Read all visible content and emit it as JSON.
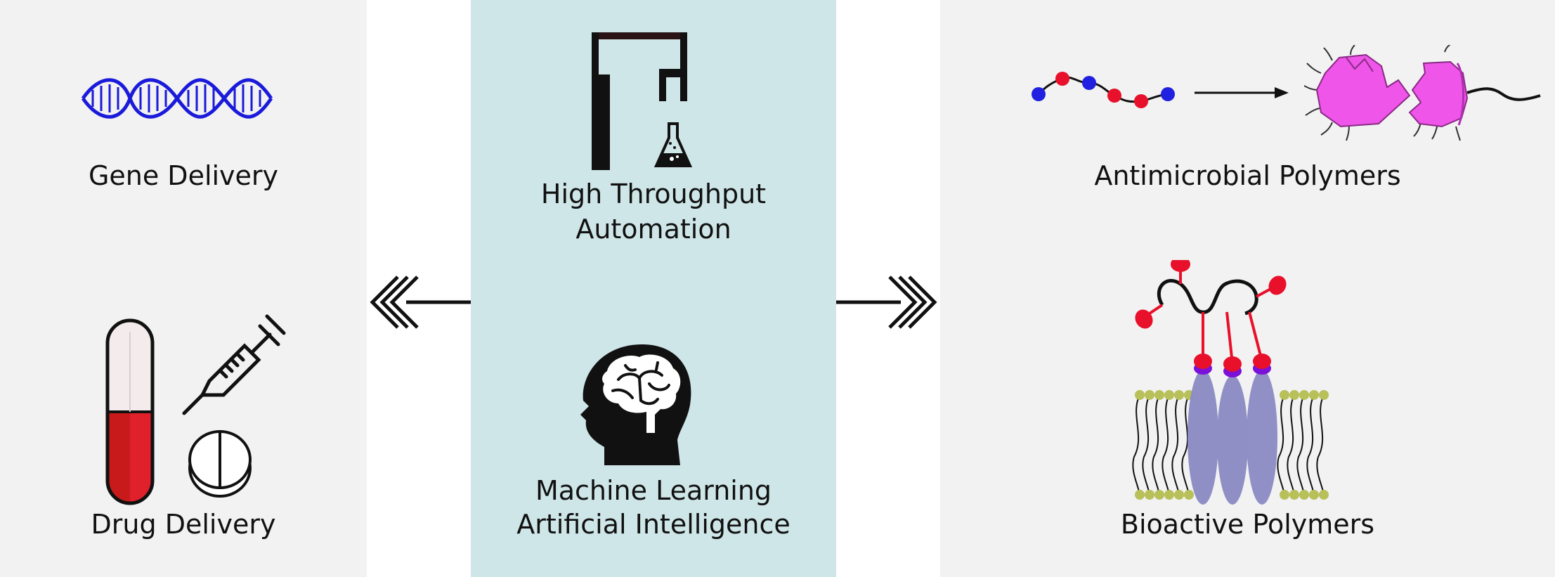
{
  "left_panel": {
    "gene_delivery": "Gene Delivery",
    "drug_delivery": "Drug Delivery"
  },
  "center_panel": {
    "automation_line1": "High Throughput",
    "automation_line2": "Automation",
    "ml_line1": "Machine Learning",
    "ml_line2": "Artificial Intelligence"
  },
  "right_panel": {
    "antimicrobial": "Antimicrobial Polymers",
    "bioactive": "Bioactive Polymers"
  },
  "icons": [
    "dna-helix-icon",
    "capsule-icon",
    "syringe-icon",
    "pill-tablet-icon",
    "robotic-arm-icon",
    "flask-icon",
    "brain-head-icon",
    "polymer-chain-icon",
    "bacteria-lysis-icon",
    "bioactive-membrane-icon",
    "triple-arrow-left-icon",
    "triple-arrow-right-icon"
  ],
  "colors": {
    "side_panel": "#f2f2f2",
    "center_panel": "#cfe6e8",
    "dna_blue": "#1a1adb",
    "capsule_red": "#c81a1a",
    "bacteria_magenta": "#ee55e8",
    "monomer_red": "#e8102a",
    "monomer_blue": "#2020e0",
    "protein_lavender": "#8a8ac4",
    "lipid_head": "#b8c05a"
  }
}
